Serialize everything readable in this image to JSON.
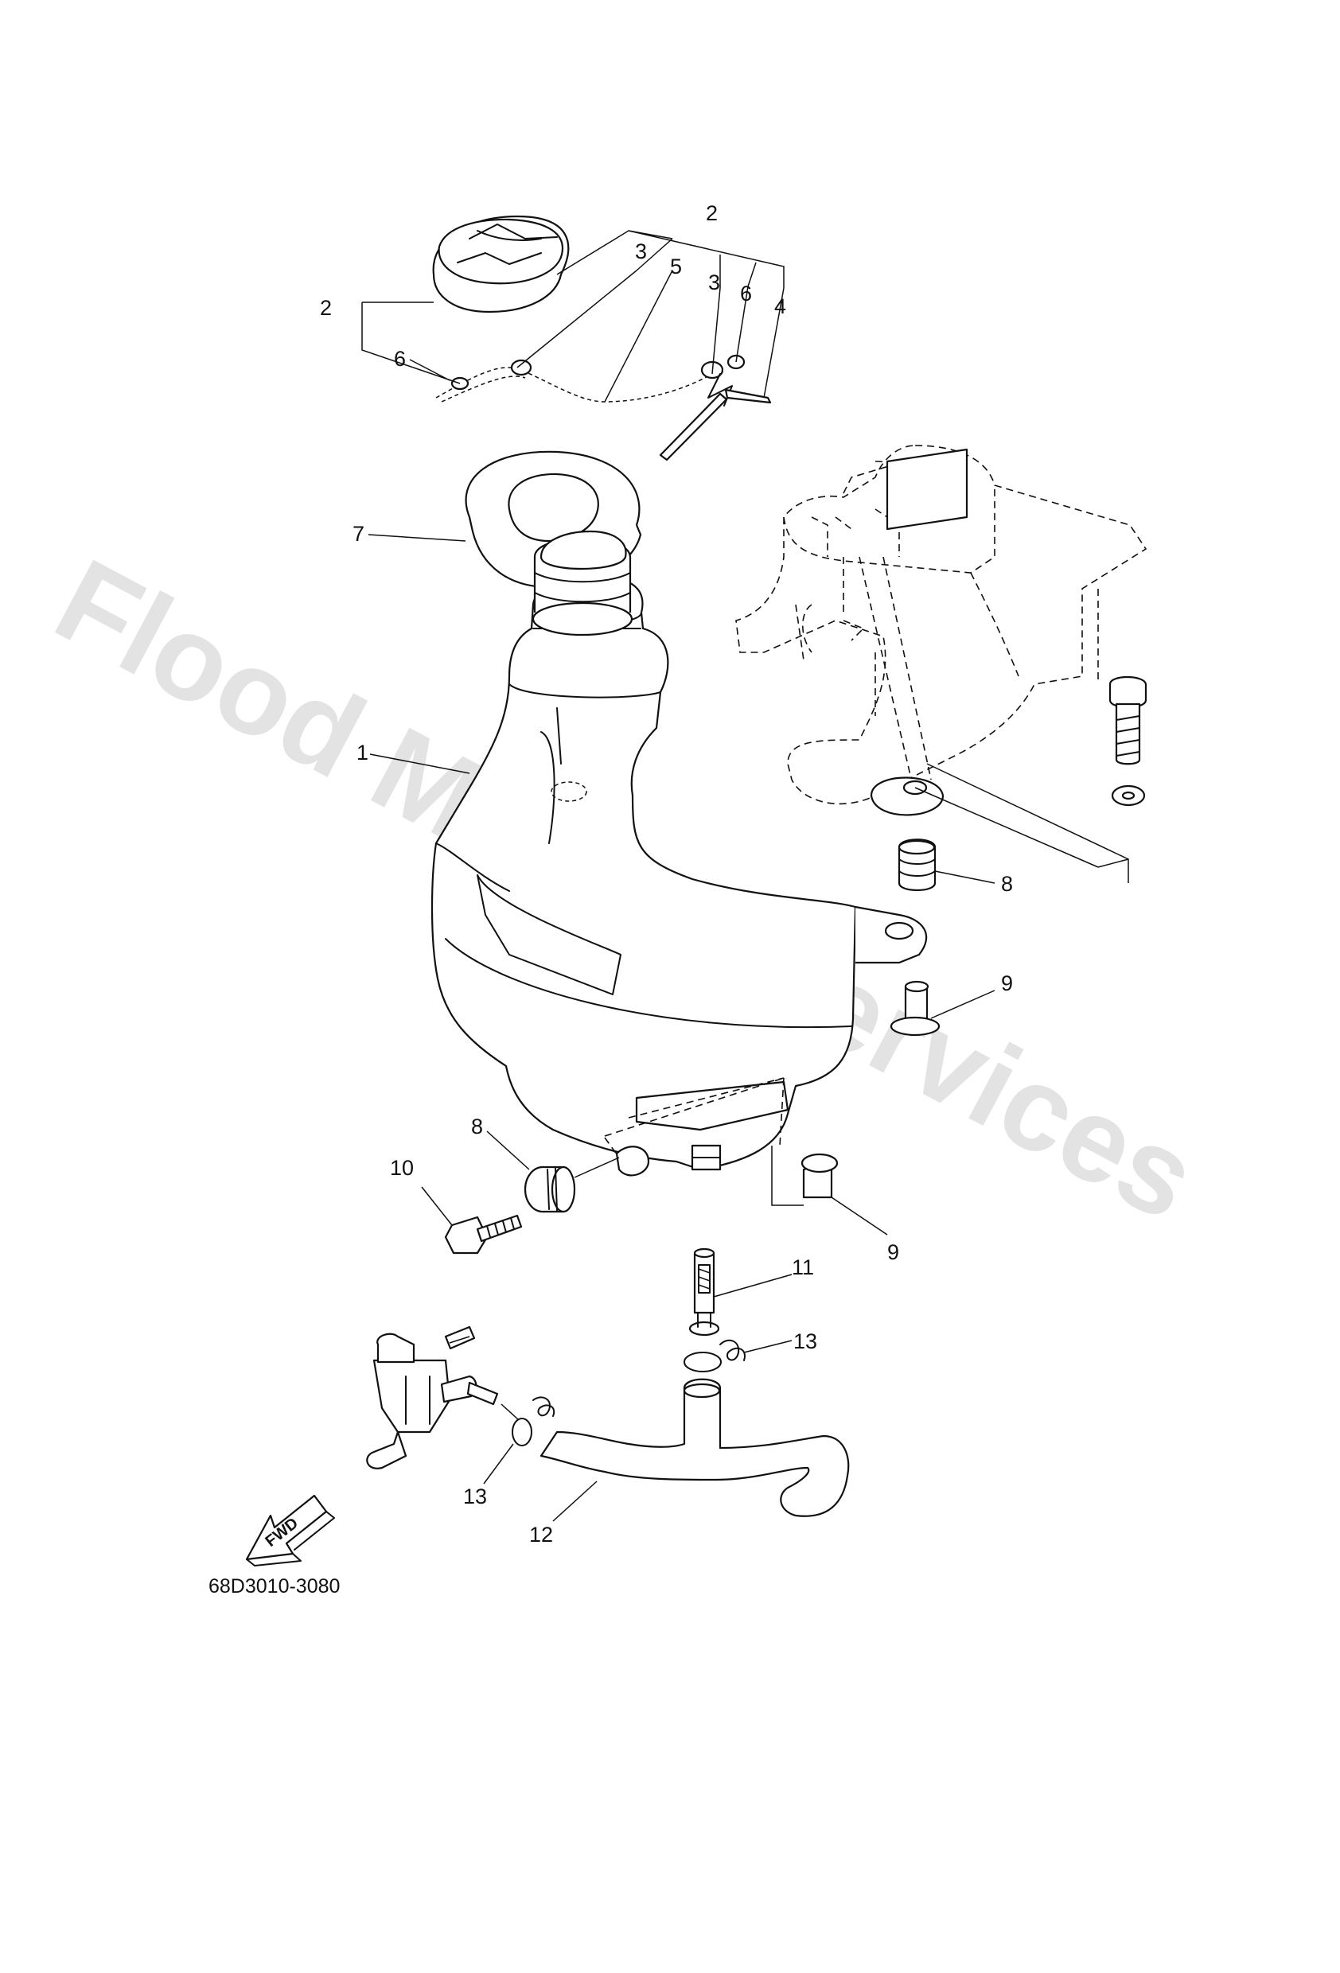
{
  "watermark": "Flood Marine Services",
  "reference_code": "68D3010-3080",
  "fwd_label": "FWD",
  "callouts": {
    "tank": "1",
    "cap_assy_top": "2",
    "cap_assy_left": "2",
    "cord_clip_left": "3",
    "cord_clip_right": "3",
    "cord": "5",
    "washer_top_right": "6",
    "washer_left": "6",
    "rivet": "4",
    "gasket": "7",
    "grommet_right": "8",
    "grommet_left": "8",
    "collar_right": "9",
    "collar_left": "9",
    "bolt": "10",
    "filter": "11",
    "clip_upper": "13",
    "clip_lower": "13",
    "hose": "12"
  },
  "icons": {
    "fwd_arrow": "arrow-down-left-icon"
  }
}
